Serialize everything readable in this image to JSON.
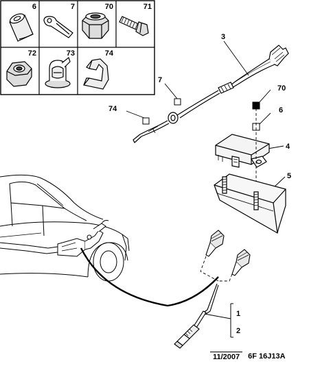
{
  "parts_grid": {
    "cells": [
      {
        "ref": "6",
        "icon": "spacer-tube-icon"
      },
      {
        "ref": "7",
        "icon": "cable-clip-icon"
      },
      {
        "ref": "70",
        "icon": "lock-nut-icon"
      },
      {
        "ref": "71",
        "icon": "bolt-icon"
      },
      {
        "ref": "72",
        "icon": "hex-nut-icon"
      },
      {
        "ref": "73",
        "icon": "plastic-clip-icon"
      },
      {
        "ref": "74",
        "icon": "spring-clip-icon"
      }
    ]
  },
  "callouts": {
    "c3": "3",
    "c7": "7",
    "c70": "70",
    "c6": "6",
    "c74": "74",
    "c4": "4",
    "c5": "5",
    "c1": "1",
    "c2": "2"
  },
  "footer": {
    "date": "11/2007",
    "code": "6F 16J13A"
  }
}
